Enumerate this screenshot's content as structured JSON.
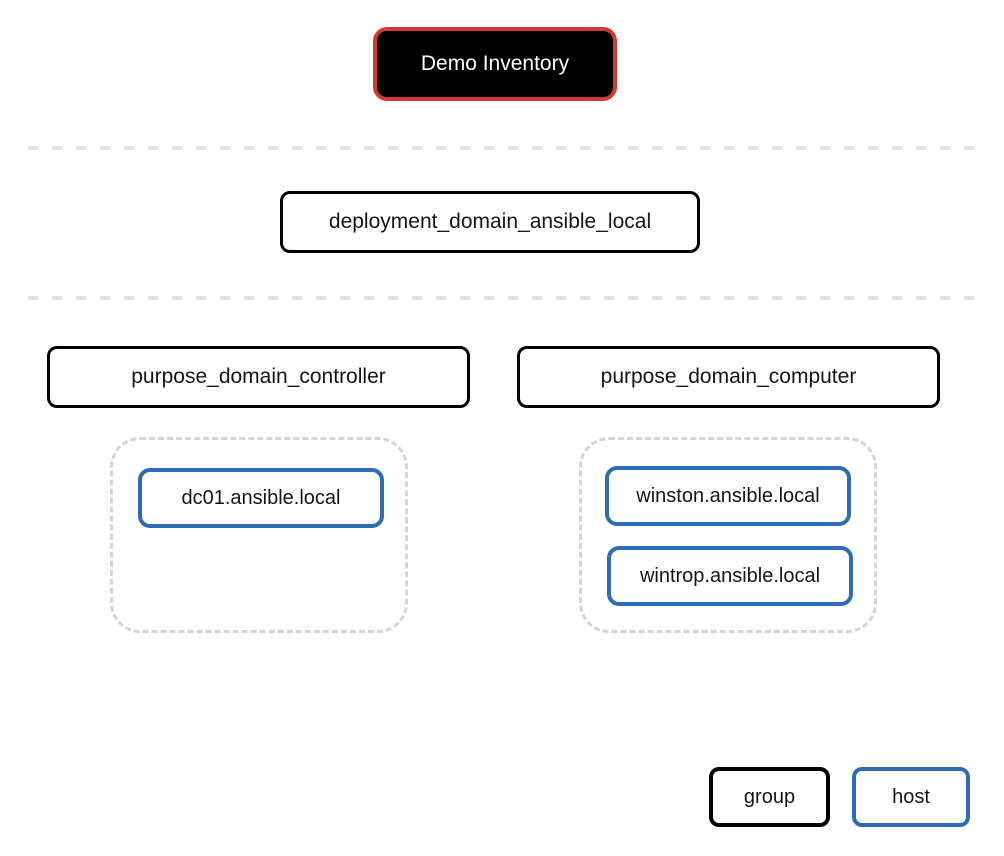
{
  "diagram": {
    "inventory": {
      "label": "Demo Inventory"
    },
    "tiers": {
      "deployment": {
        "label": "deployment_domain_ansible_local"
      },
      "purpose": [
        {
          "label": "purpose_domain_controller",
          "hosts": [
            "dc01.ansible.local"
          ]
        },
        {
          "label": "purpose_domain_computer",
          "hosts": [
            "winston.ansible.local",
            "wintrop.ansible.local"
          ]
        }
      ]
    },
    "legend": {
      "group": "group",
      "host": "host"
    },
    "colors": {
      "inventory_border": "#d33a2b",
      "inventory_fill": "#000000",
      "group_border": "#000000",
      "host_border": "#2e6cb5",
      "separator": "#e2e2e2",
      "container_border": "#d6d6d6"
    }
  }
}
